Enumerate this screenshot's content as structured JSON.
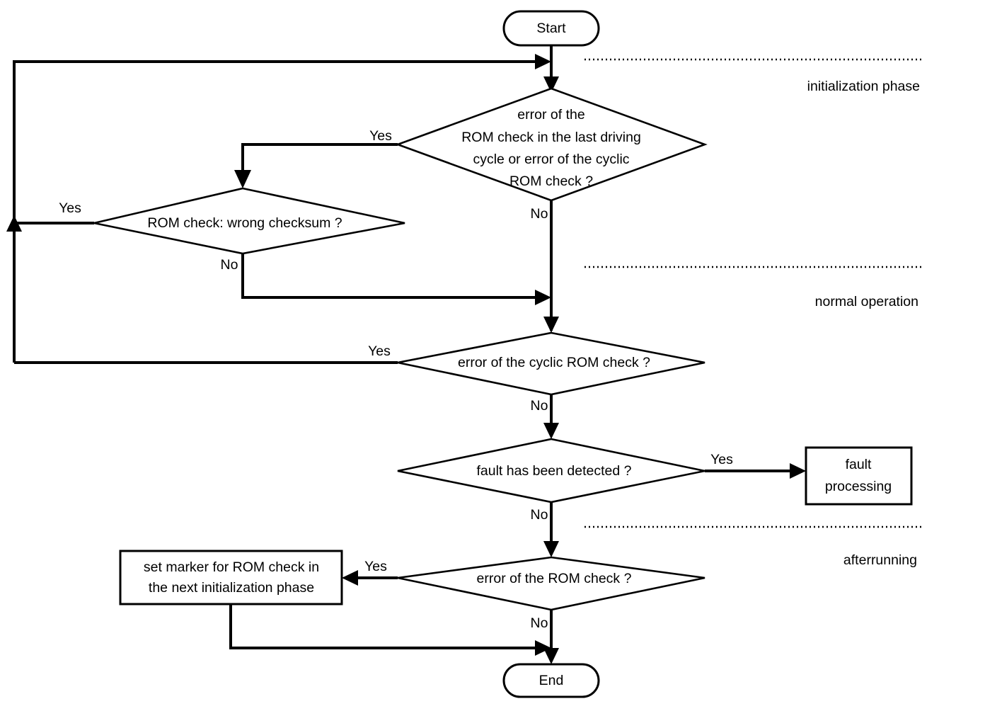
{
  "diagram": {
    "title": "ROM check flowchart",
    "background_color": "#ffffff",
    "line_color": "#000000"
  },
  "nodes": {
    "start": {
      "label": "Start",
      "shape": "terminator"
    },
    "end": {
      "label": "End",
      "shape": "terminator"
    },
    "decision_init_rom": {
      "shape": "decision",
      "lines": [
        "error of the",
        "ROM check in the last driving",
        "cycle or error of the cyclic",
        "ROM check ?"
      ]
    },
    "decision_checksum": {
      "shape": "decision",
      "lines": [
        "ROM check: wrong checksum ?"
      ]
    },
    "decision_cyclic_rom": {
      "shape": "decision",
      "lines": [
        "error of the cyclic ROM check ?"
      ]
    },
    "decision_fault_detected": {
      "shape": "decision",
      "lines": [
        "fault has been detected ?"
      ]
    },
    "decision_rom_check": {
      "shape": "decision",
      "lines": [
        "error of the ROM check ?"
      ]
    },
    "process_fault": {
      "shape": "process",
      "lines": [
        "fault",
        "processing"
      ]
    },
    "process_set_marker": {
      "shape": "process",
      "lines": [
        "set marker for ROM check in",
        "the next initialization phase"
      ]
    }
  },
  "edge_labels": {
    "init_rom_yes": "Yes",
    "init_rom_no": "No",
    "checksum_yes": "Yes",
    "checksum_no": "No",
    "cyclic_rom_yes": "Yes",
    "cyclic_rom_no": "No",
    "fault_detected_yes": "Yes",
    "fault_detected_no": "No",
    "rom_check_yes": "Yes",
    "rom_check_no": "No"
  },
  "phases": [
    {
      "label": "initialization phase"
    },
    {
      "label": "normal operation"
    },
    {
      "label": "afterrunning"
    }
  ],
  "chart_data": {
    "type": "diagram",
    "subtype": "flowchart",
    "title": "ROM check flowchart",
    "swimlanes": [
      "initialization phase",
      "normal operation",
      "afterrunning"
    ],
    "nodes": [
      {
        "id": "start",
        "type": "terminator",
        "text": "Start"
      },
      {
        "id": "d1",
        "type": "decision",
        "text": "error of the ROM check in the last driving cycle or error of the cyclic ROM check ?"
      },
      {
        "id": "d2",
        "type": "decision",
        "text": "ROM check: wrong checksum ?"
      },
      {
        "id": "d3",
        "type": "decision",
        "text": "error of the cyclic ROM check ?"
      },
      {
        "id": "d4",
        "type": "decision",
        "text": "fault has been detected ?"
      },
      {
        "id": "d5",
        "type": "decision",
        "text": "error of the ROM check ?"
      },
      {
        "id": "p1",
        "type": "process",
        "text": "fault processing"
      },
      {
        "id": "p2",
        "type": "process",
        "text": "set marker for ROM check in the next initialization phase"
      },
      {
        "id": "end",
        "type": "terminator",
        "text": "End"
      }
    ],
    "edges": [
      {
        "from": "start",
        "to": "d1",
        "label": ""
      },
      {
        "from": "d1",
        "to": "d2",
        "label": "Yes"
      },
      {
        "from": "d1",
        "to": "d3",
        "label": "No"
      },
      {
        "from": "d2",
        "to": "d1",
        "label": "Yes"
      },
      {
        "from": "d2",
        "to": "d3",
        "label": "No"
      },
      {
        "from": "d3",
        "to": "d2",
        "label": "Yes"
      },
      {
        "from": "d3",
        "to": "d4",
        "label": "No"
      },
      {
        "from": "d4",
        "to": "p1",
        "label": "Yes"
      },
      {
        "from": "d4",
        "to": "d5",
        "label": "No"
      },
      {
        "from": "d5",
        "to": "p2",
        "label": "Yes"
      },
      {
        "from": "d5",
        "to": "end",
        "label": "No"
      },
      {
        "from": "p2",
        "to": "end",
        "label": ""
      }
    ]
  }
}
